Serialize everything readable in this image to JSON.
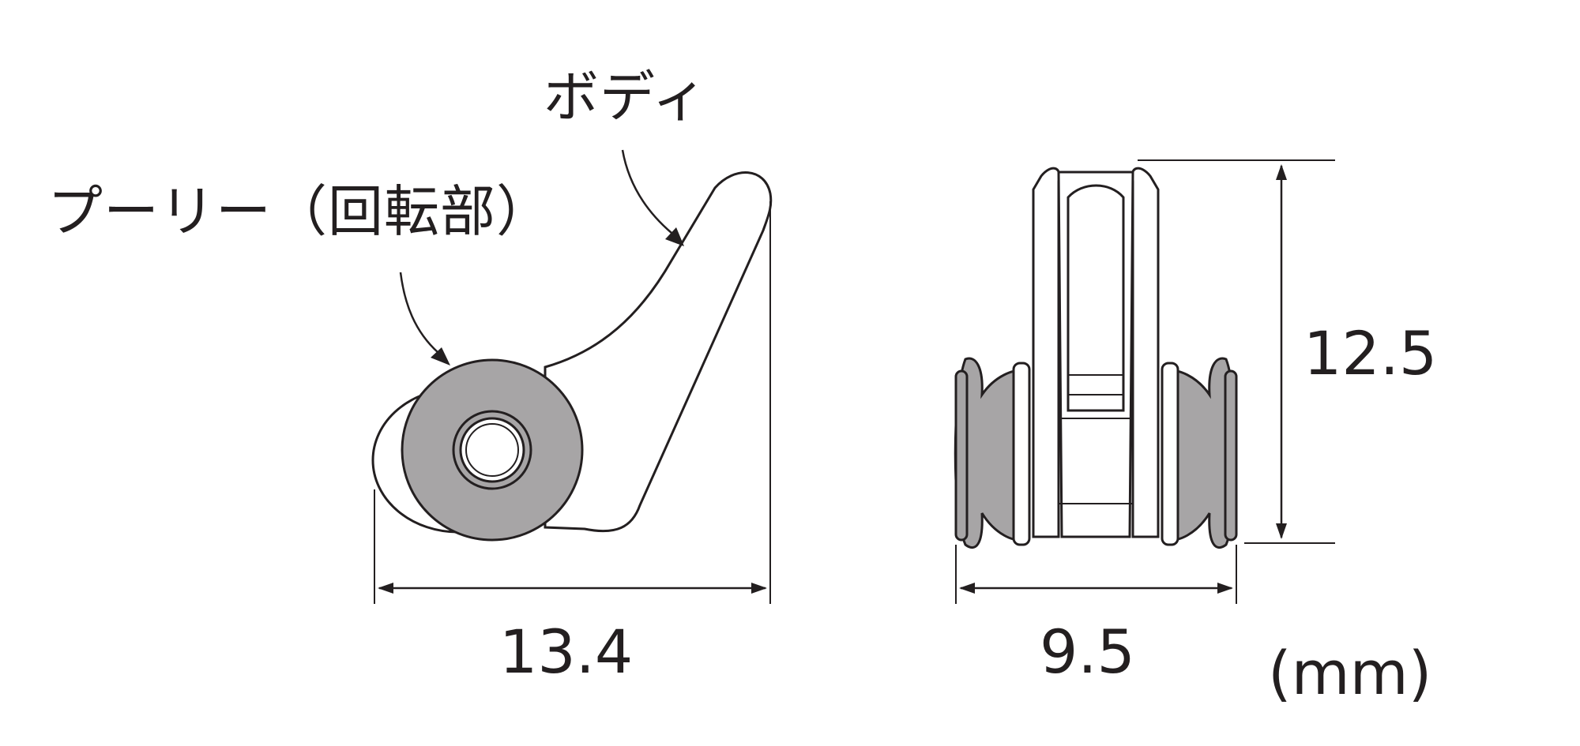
{
  "labels": {
    "body": "ボディ",
    "pulley": "プーリー（回転部）"
  },
  "dimensions": {
    "width_side": "13.4",
    "height_front": "12.5",
    "width_front": "9.5",
    "unit": "(mm)"
  },
  "colors": {
    "line": "#231f20",
    "pulley_fill": "#a7a5a6",
    "body_fill": "#ffffff"
  }
}
